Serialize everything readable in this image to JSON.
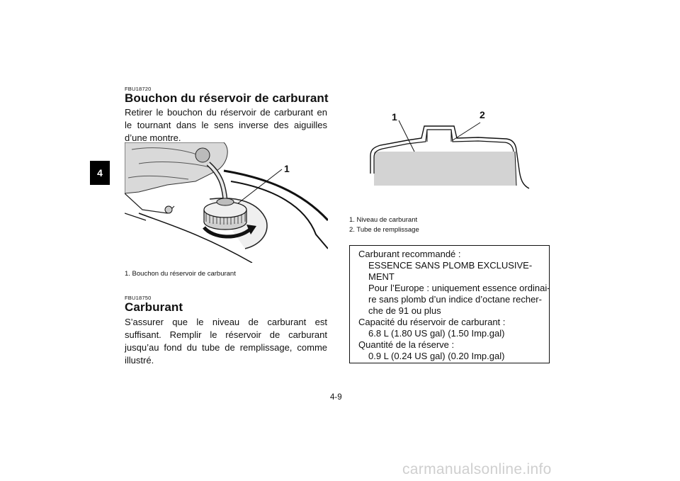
{
  "chapter_tab": "4",
  "section1": {
    "code": "FBU18720",
    "title": "Bouchon du réservoir de carburant",
    "body": "Retirer le bouchon du réservoir de carburant en le tournant dans le sens inverse des aiguilles d’une montre.",
    "figure_callout": "1",
    "caption": "1.  Bouchon du réservoir de carburant"
  },
  "section2": {
    "code": "FBU18750",
    "title": "Carburant",
    "body": "S’assurer que le niveau de carburant est suffisant. Remplir le réservoir de carburant jusqu’au fond du tube de remplissage, comme illustré."
  },
  "figure2": {
    "callouts": [
      "1",
      "2"
    ],
    "captions": [
      "1.  Niveau de carburant",
      "2.  Tube de remplissage"
    ]
  },
  "fuel_box": {
    "lines": [
      {
        "text": "Carburant recommandé :",
        "indent": false
      },
      {
        "text": "ESSENCE SANS PLOMB EXCLUSIVE-",
        "indent": true
      },
      {
        "text": "MENT",
        "indent": true
      },
      {
        "text": "Pour l’Europe : uniquement essence ordinai-",
        "indent": true
      },
      {
        "text": "re sans plomb d’un indice d’octane recher-",
        "indent": true
      },
      {
        "text": "che de 91 ou plus",
        "indent": true
      },
      {
        "text": "Capacité du réservoir de carburant :",
        "indent": false
      },
      {
        "text": "6.8 L (1.80 US gal) (1.50 Imp.gal)",
        "indent": true
      },
      {
        "text": "Quantité de la réserve :",
        "indent": false
      },
      {
        "text": "0.9 L (0.24 US gal) (0.20 Imp.gal)",
        "indent": true
      }
    ]
  },
  "page_number": "4-9",
  "watermark": "carmanualsonline.info"
}
